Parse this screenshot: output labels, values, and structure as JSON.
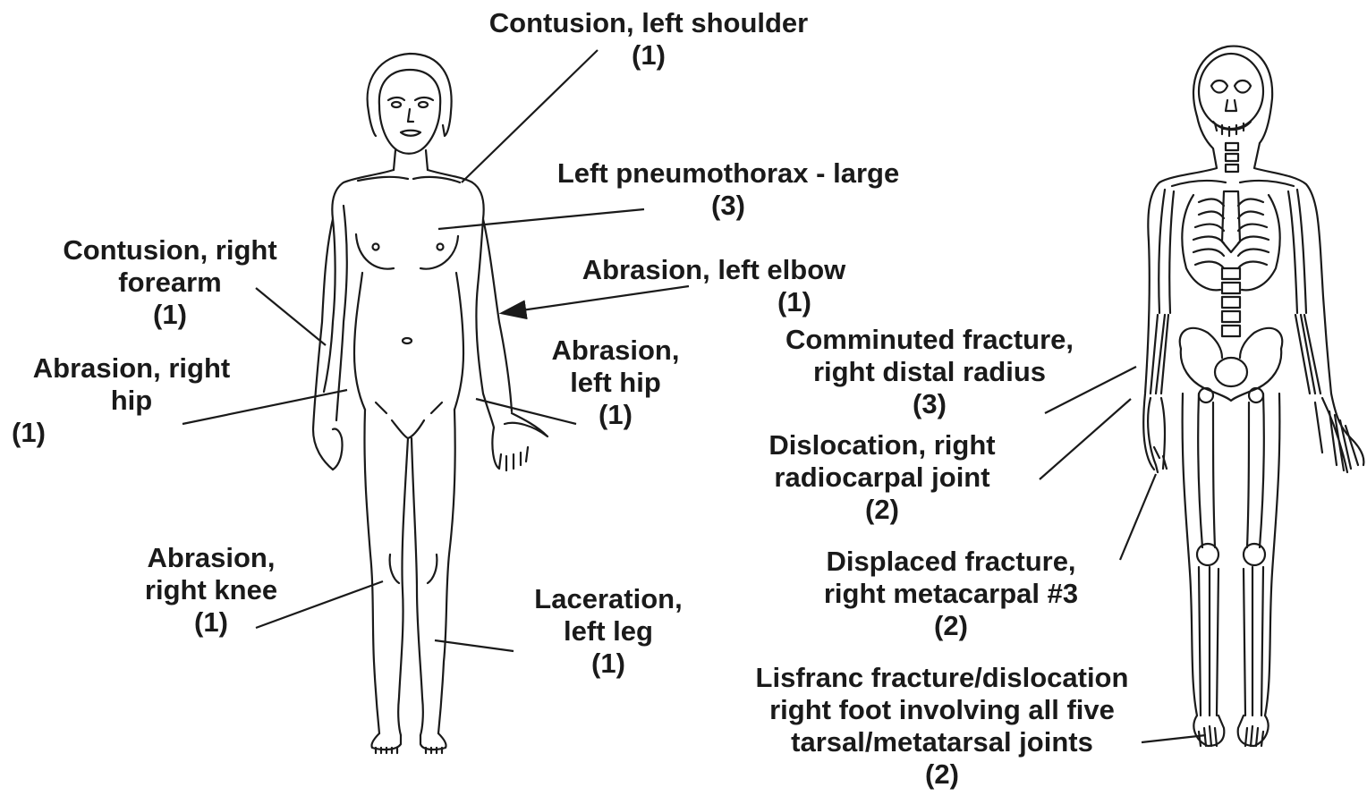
{
  "labels": {
    "contusion_left_shoulder": [
      "Contusion, left shoulder",
      "(1)"
    ],
    "left_pneumothorax": [
      "Left pneumothorax - large",
      "(3)"
    ],
    "contusion_right_forearm": [
      "Contusion, right",
      "forearm",
      "(1)"
    ],
    "abrasion_left_elbow": [
      "Abrasion, left elbow",
      "(1)"
    ],
    "abrasion_right_hip": [
      "Abrasion, right",
      "hip",
      "(1)"
    ],
    "abrasion_left_hip": [
      "Abrasion,",
      "left hip",
      "(1)"
    ],
    "abrasion_right_knee": [
      "Abrasion,",
      "right knee",
      "(1)"
    ],
    "laceration_left_leg": [
      "Laceration,",
      "left leg",
      "(1)"
    ],
    "comminuted_fracture": [
      "Comminuted fracture,",
      "right distal radius",
      "(3)"
    ],
    "dislocation_radiocarpal": [
      "Dislocation, right",
      "radiocarpal joint",
      "(2)"
    ],
    "displaced_fracture": [
      "Displaced fracture,",
      "right metacarpal #3",
      "(2)"
    ],
    "lisfranc": [
      "Lisfranc fracture/dislocation",
      "right foot involving all five",
      "tarsal/metatarsal joints",
      "(2)"
    ]
  },
  "colors": {
    "ink": "#1a1a1a",
    "background": "#ffffff"
  }
}
